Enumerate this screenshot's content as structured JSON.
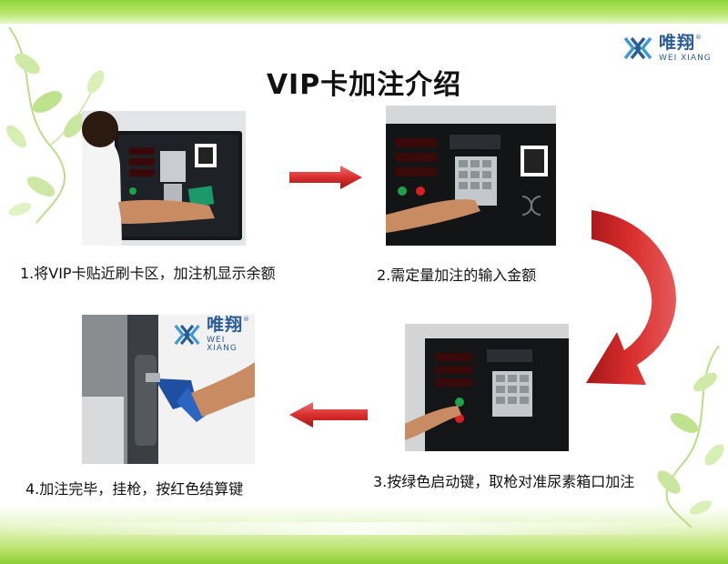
{
  "slide": {
    "title": "VIP卡加注介绍",
    "logo": {
      "name_cn": "唯翔",
      "name_en": "WEI XIANG",
      "registered": "®"
    }
  },
  "steps": [
    {
      "caption": "1.将VIP卡贴近刷卡区，加注机显示余额"
    },
    {
      "caption": "2.需定量加注的输入金额"
    },
    {
      "caption": "3.按绿色启动键，取枪对准尿素箱口加注"
    },
    {
      "caption": "4.加注完毕，挂枪，按红色结算键"
    }
  ],
  "colors": {
    "title": "#111111",
    "brand": "#2b5c96",
    "arrow_red": "#d92e2e",
    "band_green": "#8fd43a"
  },
  "icons": {
    "flow_arrow": "right-arrow-icon",
    "curved_arrow": "curved-arrow-icon",
    "back_arrow": "left-arrow-icon"
  }
}
